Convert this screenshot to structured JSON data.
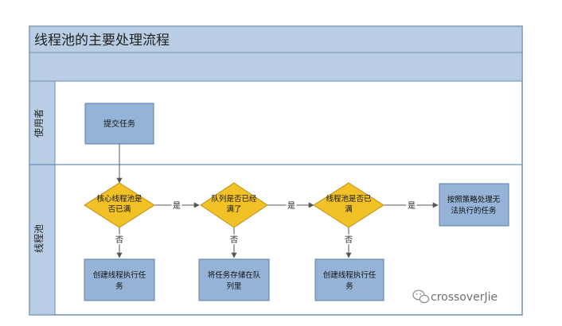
{
  "title": "线程池的主要处理流程",
  "lanes": {
    "user": "使用者",
    "pool": "线程池"
  },
  "nodes": {
    "submit": "提交任务",
    "core_full": [
      "核心线程池是",
      "否已满"
    ],
    "queue_full": [
      "队列是否已经",
      "满了"
    ],
    "pool_full": [
      "线程池是否已",
      "满"
    ],
    "reject": [
      "按照策略处理无",
      "法执行的任务"
    ],
    "create_core": [
      "创建线程执行任",
      "务"
    ],
    "store_queue": [
      "将任务存储在队",
      "列里"
    ],
    "create_thread": [
      "创建线程执行任",
      "务"
    ]
  },
  "edges": {
    "yes": "是",
    "no": "否"
  },
  "watermark": "crossoverJie",
  "colors": {
    "frame_border": "#6e8fb4",
    "header_fill": "#b9cde5",
    "box_fill": "#95b3d7",
    "box_stroke": "#5a7ea8",
    "diamond_fill": "#f2c125",
    "diamond_stroke": "#b8911a",
    "line": "#555555"
  }
}
